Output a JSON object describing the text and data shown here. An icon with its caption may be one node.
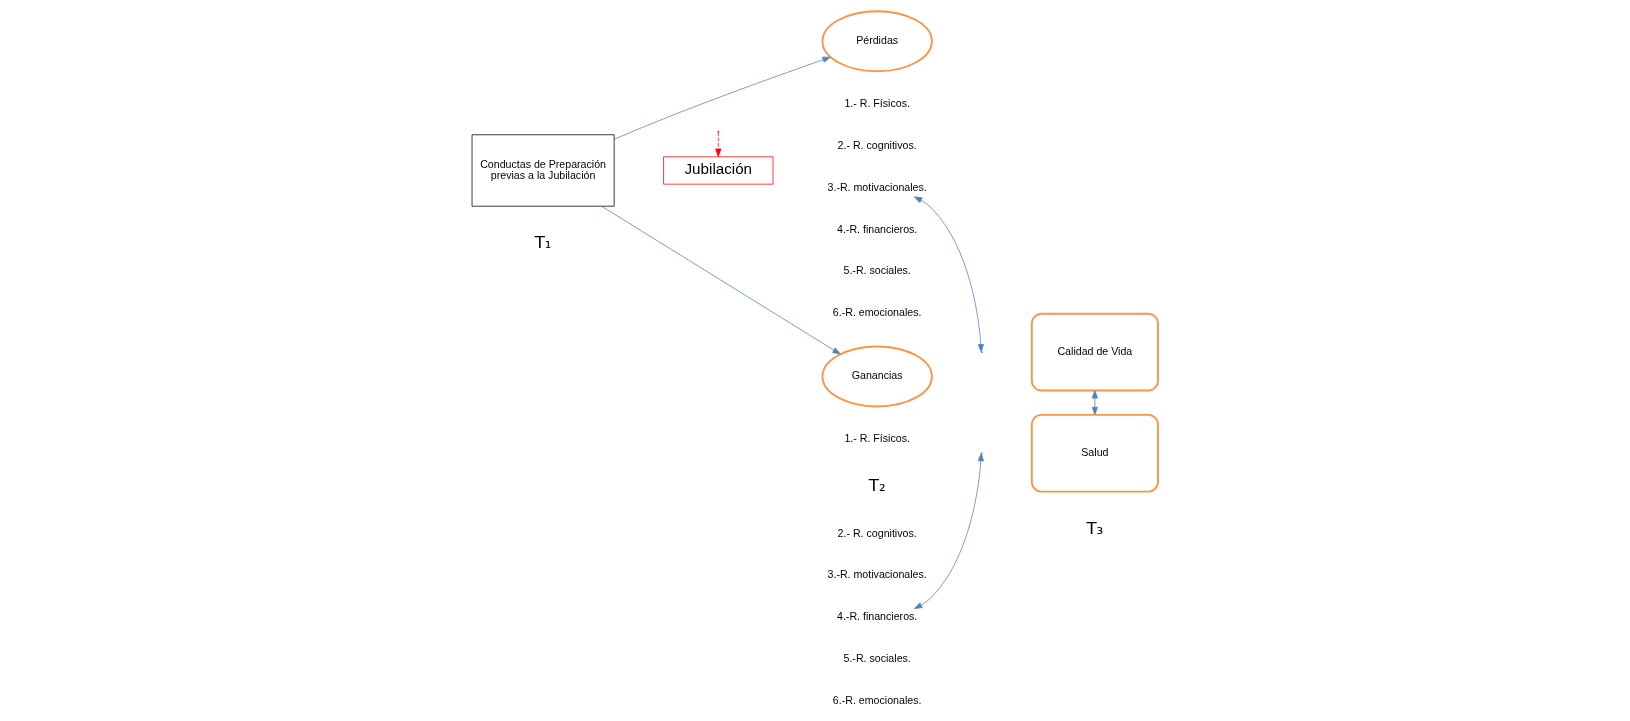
{
  "diagram": {
    "nodes": [
      {
        "text": [
          "Conductas de Preparación previas a la Jubilación"
        ]
      },
      {
        "text": [
          "Pérdidas"
        ]
      },
      {
        "text": [
          "1.- R. Físicos."
        ]
      },
      {
        "text": [
          "2.- R. cognitivos."
        ]
      },
      {
        "text": [
          "3.-R. motivacionales."
        ]
      },
      {
        "text": [
          "4.-R. financieros."
        ]
      },
      {
        "text": [
          "5.-R. sociales."
        ]
      },
      {
        "text": [
          "6.-R. emocionales."
        ]
      },
      {
        "text": [
          "Ganancias"
        ]
      },
      {
        "text": [
          "1.- R. Físicos."
        ]
      },
      {
        "text": [
          "2.- R. cognitivos."
        ]
      },
      {
        "text": [
          "3.-R. motivacionales."
        ]
      },
      {
        "text": [
          "4.-R. financieros."
        ]
      },
      {
        "text": [
          "5.-R. sociales."
        ]
      },
      {
        "text": [
          "6.-R. emocionales."
        ]
      },
      {
        "text": [
          "Calidad de Vida"
        ]
      },
      {
        "text": [
          "Salud"
        ]
      },
      {
        "text": [
          "Jubilación"
        ]
      }
    ],
    "edges": [
      {
        "from": 0,
        "to": 1,
        "arrow": "to"
      },
      {
        "from": 0,
        "to": 8,
        "arrow": "to"
      },
      {
        "from": null,
        "to": 17,
        "arrow": "to",
        "style": "dashed",
        "color": "#ff0000"
      },
      {
        "from": 4,
        "to": null,
        "arrow": "both"
      },
      {
        "from": 12,
        "to": null,
        "arrow": "both"
      },
      {
        "from": 15,
        "to": 16,
        "arrow": "both"
      }
    ],
    "labels": [
      "T₁",
      "T₂",
      "T₃"
    ]
  }
}
